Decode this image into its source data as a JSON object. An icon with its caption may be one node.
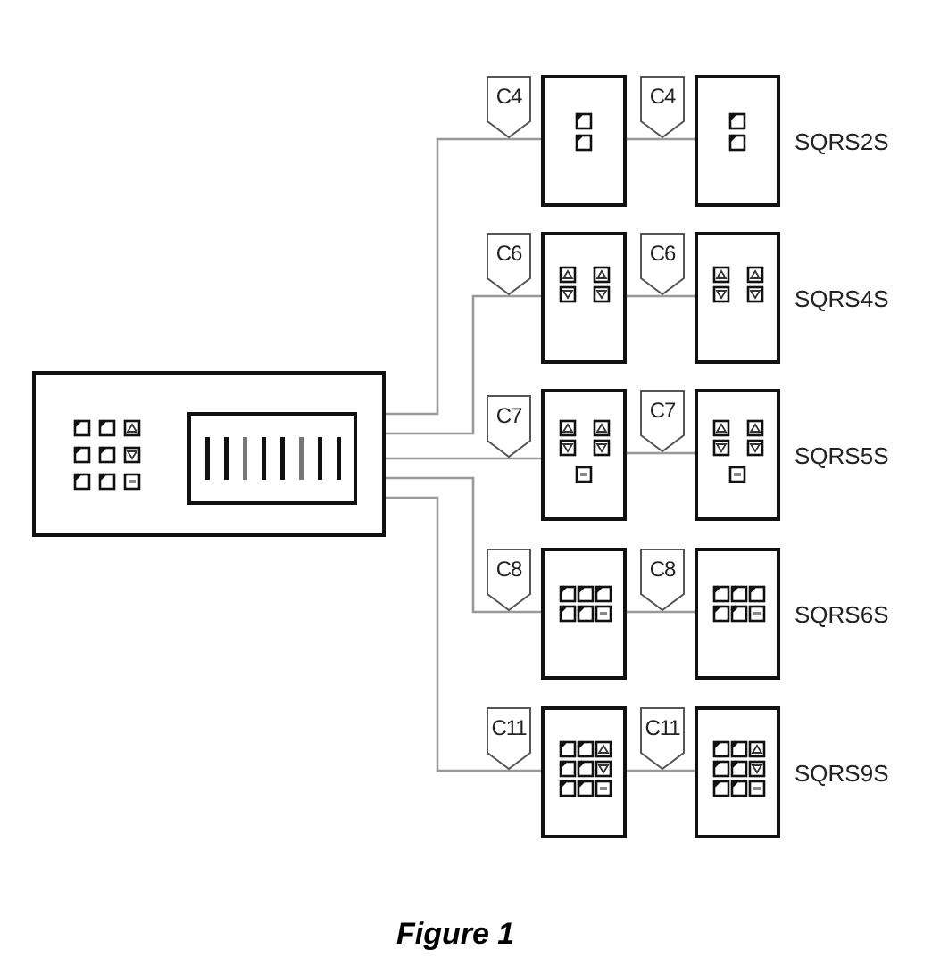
{
  "diagram": {
    "caption": "Figure 1",
    "nodes": [
      {
        "text": [],
        "shape": "box"
      },
      {
        "text": [],
        "shape": "box"
      },
      {
        "text": [],
        "shape": "box",
        "beside": [
          "SQRS2S"
        ]
      },
      {
        "text": [],
        "shape": "box"
      },
      {
        "text": [],
        "shape": "box",
        "beside": [
          "SQRS4S"
        ]
      },
      {
        "text": [],
        "shape": "box"
      },
      {
        "text": [],
        "shape": "box",
        "beside": [
          "SQRS5S"
        ]
      },
      {
        "text": [],
        "shape": "box"
      },
      {
        "text": [],
        "shape": "box",
        "beside": [
          "SQRS6S"
        ]
      },
      {
        "text": [],
        "shape": "box"
      },
      {
        "text": [],
        "shape": "box",
        "beside": [
          "SQRS9S"
        ]
      }
    ],
    "edges": [
      {
        "from": 0,
        "to": 1,
        "arrow": "none",
        "label": "C4"
      },
      {
        "from": 1,
        "to": 2,
        "arrow": "none",
        "label": "C4"
      },
      {
        "from": 0,
        "to": 3,
        "arrow": "none",
        "label": "C6"
      },
      {
        "from": 3,
        "to": 4,
        "arrow": "none",
        "label": "C6"
      },
      {
        "from": 0,
        "to": 5,
        "arrow": "none",
        "label": "C7"
      },
      {
        "from": 5,
        "to": 6,
        "arrow": "none",
        "label": "C7"
      },
      {
        "from": 0,
        "to": 7,
        "arrow": "none",
        "label": "C8"
      },
      {
        "from": 7,
        "to": 8,
        "arrow": "none",
        "label": "C8"
      },
      {
        "from": 0,
        "to": 9,
        "arrow": "none",
        "label": "C11"
      },
      {
        "from": 9,
        "to": 10,
        "arrow": "none",
        "label": "C11"
      }
    ]
  }
}
